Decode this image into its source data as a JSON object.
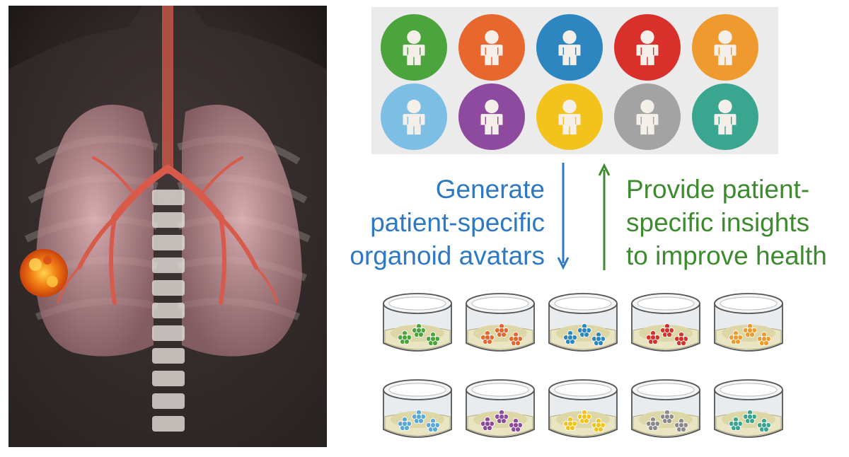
{
  "captions": {
    "generate": [
      "Generate",
      "patient-specific",
      "organoid avatars"
    ],
    "provide": [
      "Provide patient-",
      "specific insights",
      "to improve health"
    ]
  },
  "colors": {
    "generate_text": "#2f78c4",
    "provide_text": "#3d8b2e",
    "patient_panel_bg": "#ebebeb",
    "tumor": "#f07a12"
  },
  "patients": [
    {
      "icon": "person-icon",
      "color": "#4ba43c"
    },
    {
      "icon": "person-icon",
      "color": "#e8672f"
    },
    {
      "icon": "person-icon",
      "color": "#2e86c1"
    },
    {
      "icon": "person-icon",
      "color": "#d9302c"
    },
    {
      "icon": "person-icon",
      "color": "#ef9a2e"
    },
    {
      "icon": "person-icon",
      "color": "#7dbfe4"
    },
    {
      "icon": "person-icon",
      "color": "#8e4a9e"
    },
    {
      "icon": "person-icon",
      "color": "#f2c31d"
    },
    {
      "icon": "person-icon",
      "color": "#a3a3a3"
    },
    {
      "icon": "person-icon",
      "color": "#3aa690"
    }
  ],
  "organoid_dishes": [
    {
      "icon": "petri-dish-icon",
      "color": "#4ba43c"
    },
    {
      "icon": "petri-dish-icon",
      "color": "#e8672f"
    },
    {
      "icon": "petri-dish-icon",
      "color": "#2e86c1"
    },
    {
      "icon": "petri-dish-icon",
      "color": "#d9302c"
    },
    {
      "icon": "petri-dish-icon",
      "color": "#ef9a2e"
    },
    {
      "icon": "petri-dish-icon",
      "color": "#5aa7d9"
    },
    {
      "icon": "petri-dish-icon",
      "color": "#8e4a9e"
    },
    {
      "icon": "petri-dish-icon",
      "color": "#f2c31d"
    },
    {
      "icon": "petri-dish-icon",
      "color": "#8a8a8a"
    },
    {
      "icon": "petri-dish-icon",
      "color": "#3aa690"
    }
  ],
  "illustration": {
    "icon": "lung-tumor-illustration"
  }
}
